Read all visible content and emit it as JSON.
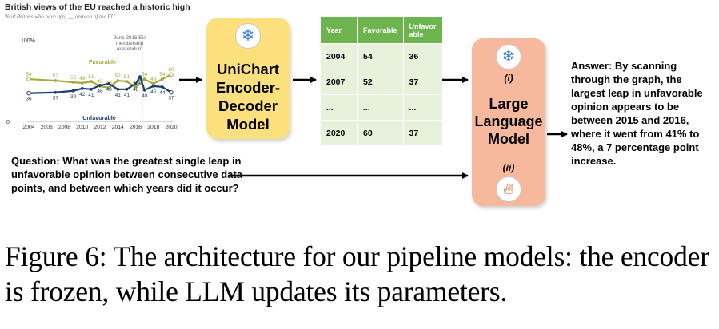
{
  "chart_data": {
    "type": "line",
    "title": "British views of the EU reached a historic high",
    "subtitle": "% of Britons who have a(n) __ opinion of the EU",
    "y_tick_top": "100%",
    "y_tick_bottom": "0",
    "x_ticks": [
      "2004",
      "2006",
      "2008",
      "2010",
      "2012",
      "2014",
      "2016",
      "2018",
      "2020"
    ],
    "annotation": "June 2016 EU membership referendum",
    "series": [
      {
        "name": "Favorable",
        "color": "#a5a83a",
        "x": [
          2004,
          2007,
          2009,
          2010,
          2011,
          2012,
          2013,
          2014,
          2015,
          2016,
          2016.5,
          2017,
          2018,
          2019,
          2020
        ],
        "values": [
          54,
          52,
          50,
          49,
          51,
          45,
          43,
          52,
          51,
          44,
          48,
          54,
          48,
          54,
          60
        ]
      },
      {
        "name": "Unfavorable",
        "color": "#1f3e6e",
        "x": [
          2004,
          2007,
          2009,
          2010,
          2011,
          2012,
          2013,
          2014,
          2015,
          2016,
          2016.5,
          2017,
          2018,
          2019,
          2020
        ],
        "values": [
          36,
          37,
          39,
          42,
          41,
          46,
          48,
          41,
          41,
          48,
          57,
          40,
          45,
          44,
          37
        ]
      }
    ],
    "ylim": [
      0,
      100
    ],
    "xlim": [
      2004,
      2020
    ]
  },
  "encoder": {
    "label_lines": [
      "UniChart",
      "Encoder-",
      "Decoder",
      "Model"
    ],
    "icon": "snowflake-icon"
  },
  "table": {
    "headers": [
      "Year",
      "Favorable",
      "Unfavorable"
    ],
    "header_display": [
      "Year",
      "Favorable",
      "Unfavor able"
    ],
    "rows": [
      [
        "2004",
        "54",
        "36"
      ],
      [
        "2007",
        "52",
        "37"
      ],
      [
        "...",
        "...",
        "..."
      ],
      [
        "2020",
        "60",
        "37"
      ]
    ]
  },
  "llm": {
    "label_lines": [
      "Large",
      "Language",
      "Model"
    ],
    "marker_i": "(i)",
    "marker_ii": "(ii)",
    "icon_i": "snowflake-icon",
    "icon_ii": "fire-icon"
  },
  "question": "Question: What was the greatest single leap in unfavorable opinion between consecutive data points, and between which years did it occur?",
  "answer": "Answer: By scanning through the graph, the largest leap in unfavorable opinion appears to be between 2015 and 2016, where it went from 41% to 48%, a 7 percentage point increase.",
  "caption": "Figure 6: The architecture for our pipeline models: the encoder is frozen, while LLM updates its parameters.",
  "colors": {
    "encoder_box": "#fde07e",
    "llm_box": "#f7b99e",
    "table_header": "#6eb44e",
    "table_cell": "#e7f1dc",
    "favorable": "#a5a83a",
    "unfavorable": "#1f3e6e"
  }
}
